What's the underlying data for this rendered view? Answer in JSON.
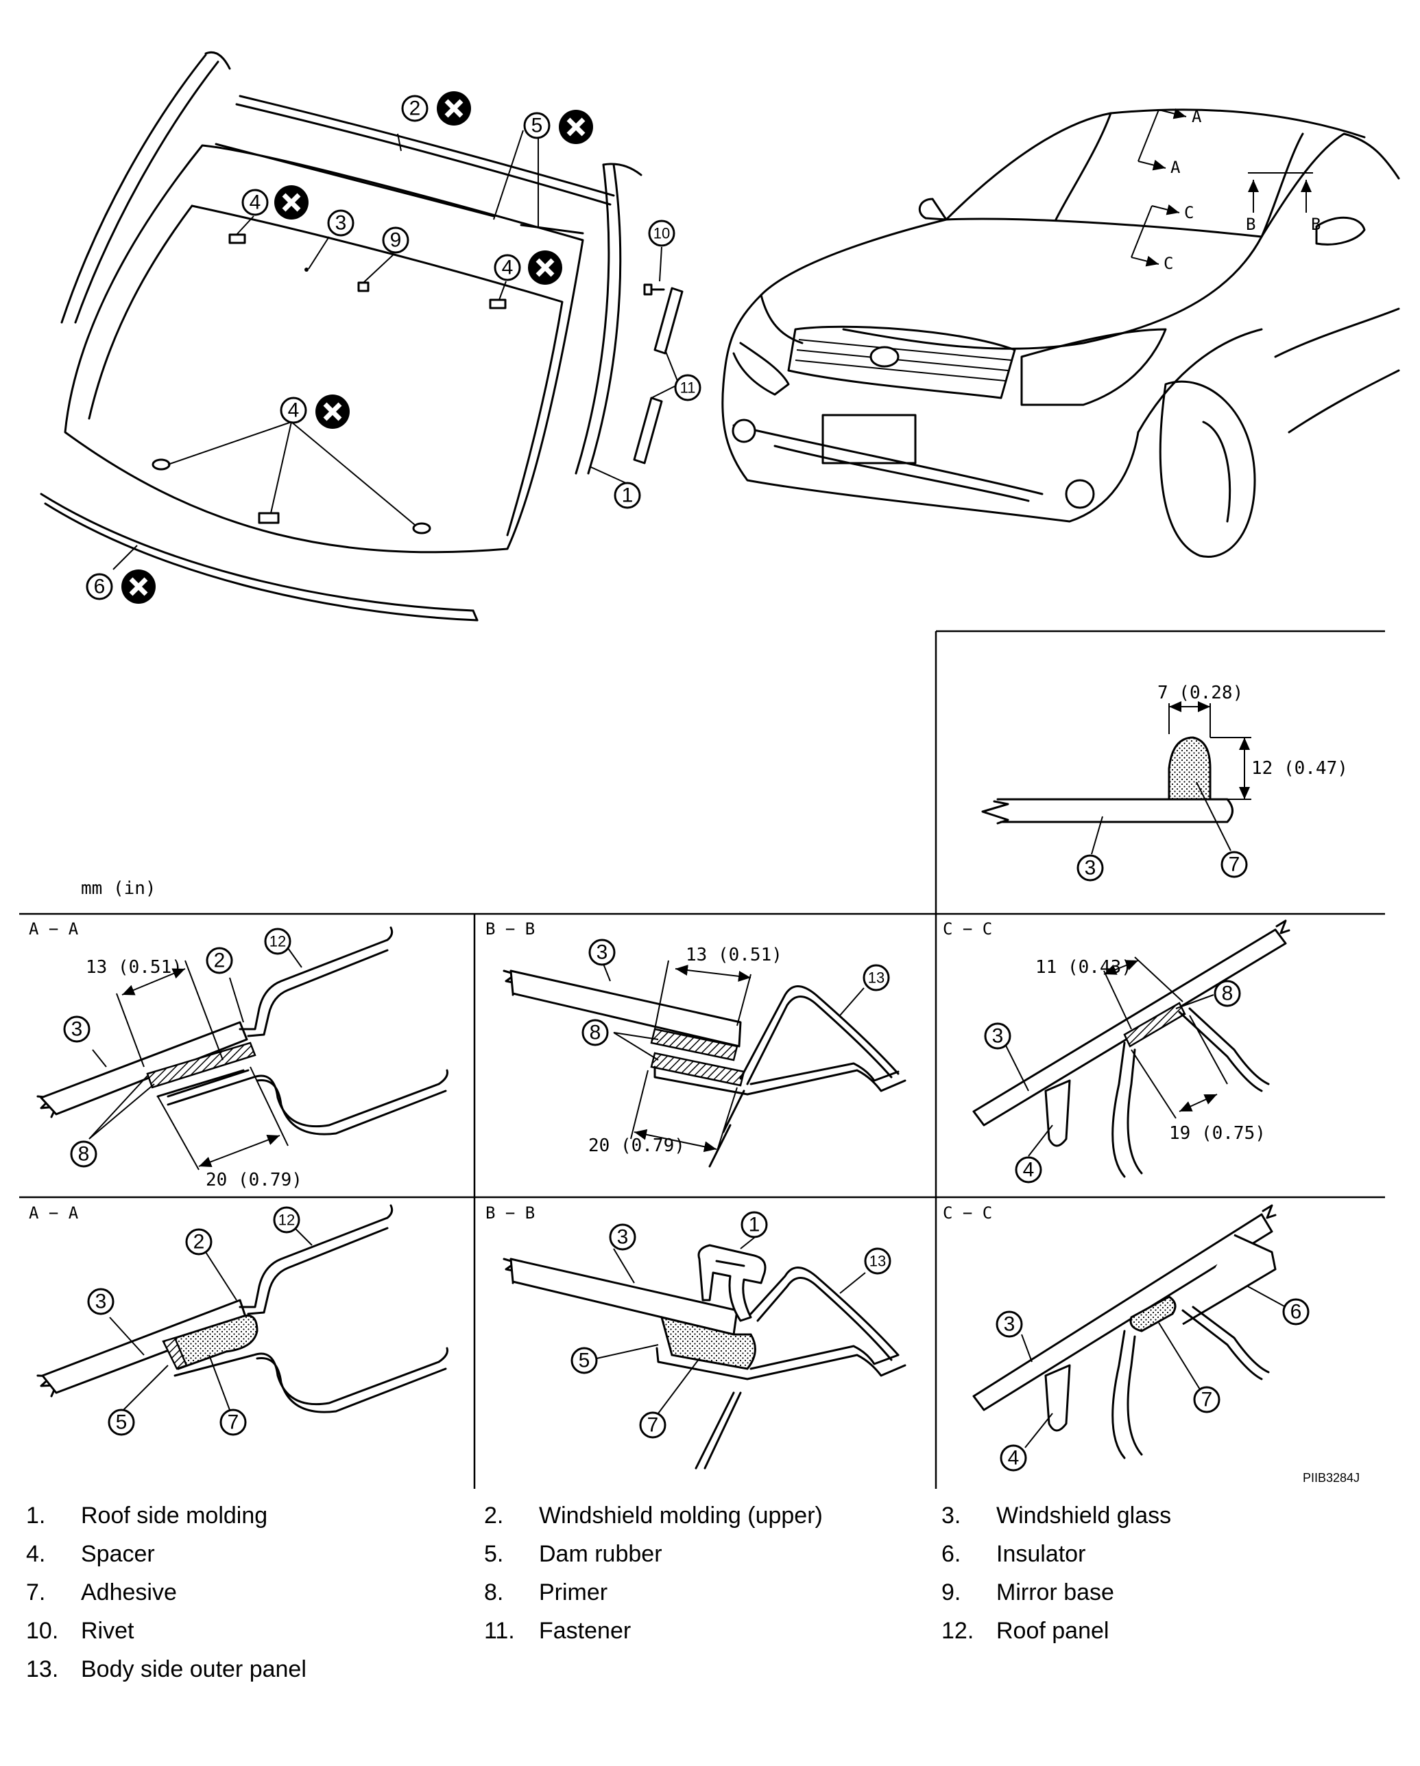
{
  "figure": {
    "code": "PIIB3284J",
    "units_note": "mm (in)"
  },
  "callouts": [
    "1",
    "2",
    "3",
    "4",
    "5",
    "6",
    "7",
    "8",
    "9",
    "10",
    "11",
    "12",
    "13"
  ],
  "section_labels": {
    "aa": "A − A",
    "bb": "B − B",
    "cc": "C − C",
    "car_a": "A",
    "car_b": "B",
    "car_c": "C"
  },
  "dimensions": {
    "bead_width": "7 (0.28)",
    "bead_height": "12 (0.47)",
    "aa_primer_top": "13 (0.51)",
    "aa_primer_bottom": "20 (0.79)",
    "bb_primer_top": "13 (0.51)",
    "bb_primer_bottom": "20 (0.79)",
    "cc_primer_top": "11 (0.43)",
    "cc_primer_bottom": "19 (0.75)"
  },
  "legend": [
    {
      "num": "1.",
      "label": "Roof side molding"
    },
    {
      "num": "2.",
      "label": "Windshield molding (upper)"
    },
    {
      "num": "3.",
      "label": "Windshield glass"
    },
    {
      "num": "4.",
      "label": "Spacer"
    },
    {
      "num": "5.",
      "label": "Dam rubber"
    },
    {
      "num": "6.",
      "label": "Insulator"
    },
    {
      "num": "7.",
      "label": "Adhesive"
    },
    {
      "num": "8.",
      "label": "Primer"
    },
    {
      "num": "9.",
      "label": "Mirror base"
    },
    {
      "num": "10.",
      "label": "Rivet"
    },
    {
      "num": "11.",
      "label": "Fastener"
    },
    {
      "num": "12.",
      "label": "Roof panel"
    },
    {
      "num": "13.",
      "label": "Body side outer panel"
    }
  ]
}
